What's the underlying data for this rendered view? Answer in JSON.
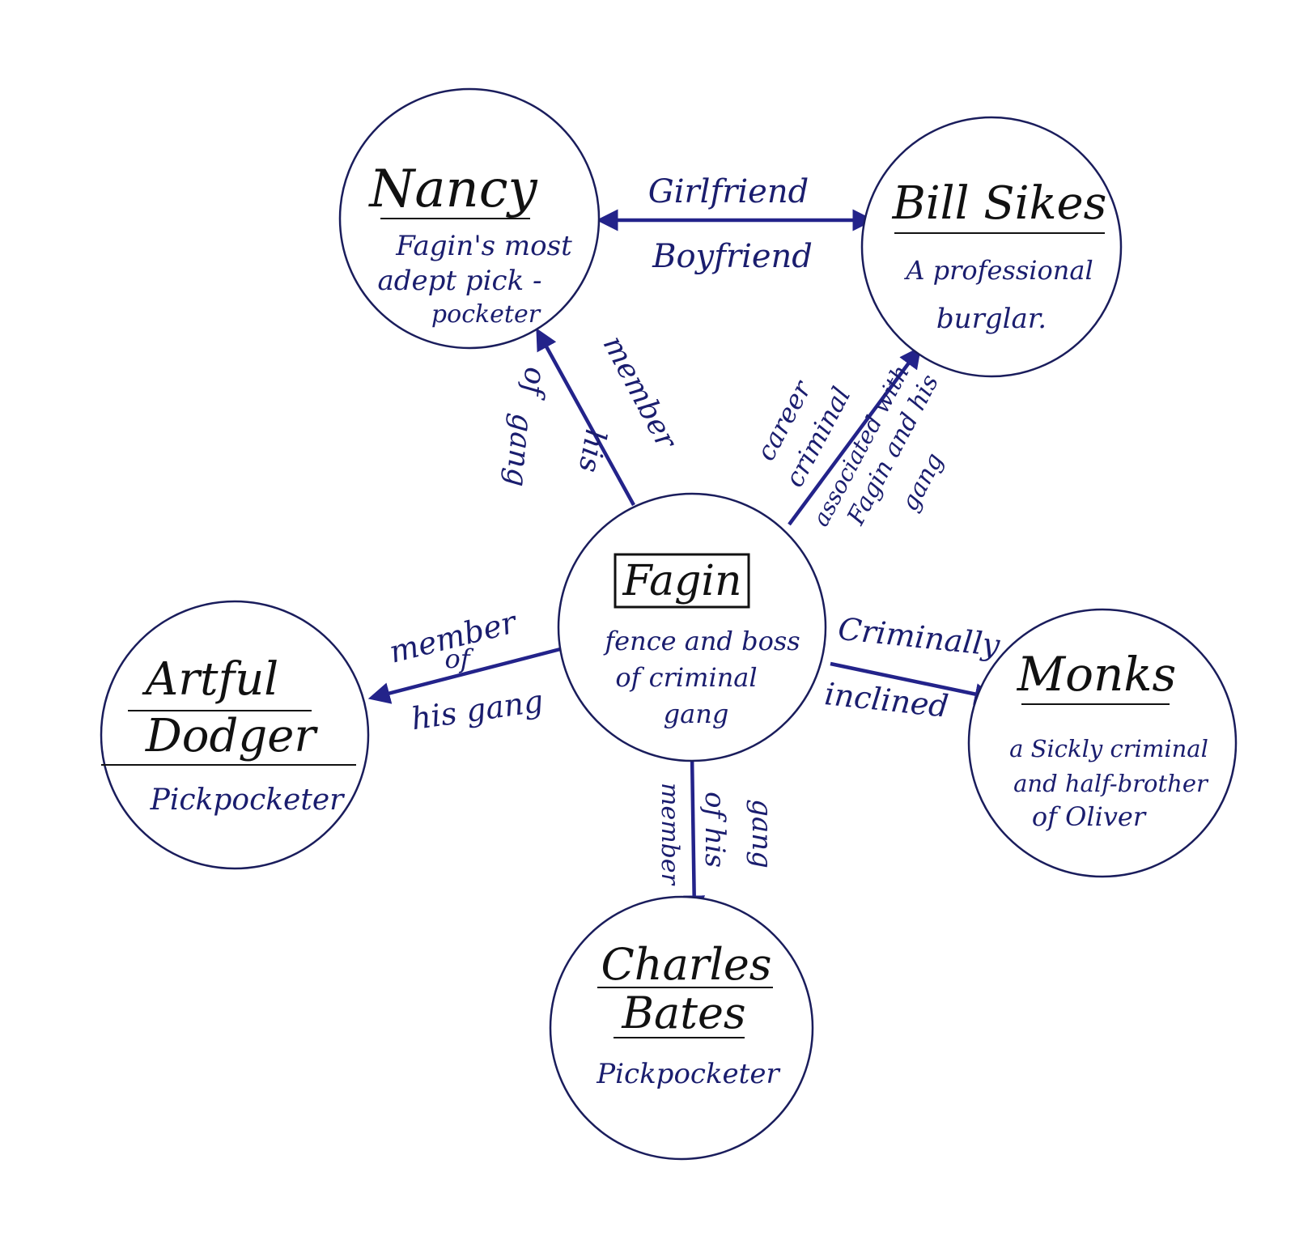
{
  "colors": {
    "ink": "#1a1d6e",
    "edge": "#23238a",
    "name": "#111111",
    "background": "#ffffff"
  },
  "nodes": {
    "fagin": {
      "name": "Fagin",
      "desc": [
        "fence and boss",
        "of criminal",
        "gang"
      ]
    },
    "nancy": {
      "name": "Nancy",
      "desc": [
        "Fagin's most",
        "adept pick -",
        "pocketer"
      ]
    },
    "bill": {
      "name": "Bill Sikes",
      "desc": [
        "A professional",
        "burglar."
      ]
    },
    "dodger": {
      "name": [
        "Artful",
        "Dodger"
      ],
      "desc": [
        "Pickpocketer"
      ]
    },
    "monks": {
      "name": "Monks",
      "desc": [
        "a Sickly criminal",
        "and half-brother",
        "of Oliver"
      ]
    },
    "charles": {
      "name": [
        "Charles",
        "Bates"
      ],
      "desc": [
        "Pickpocketer"
      ]
    }
  },
  "edges": {
    "nancy_bill": {
      "top": "Girlfriend",
      "bottom": "Boyfriend"
    },
    "fagin_nancy": {
      "lines": [
        "member",
        "his",
        "of",
        "gang"
      ]
    },
    "fagin_bill": {
      "lines": [
        "career",
        "criminal",
        "associated with",
        "Fagin and his",
        "gang"
      ]
    },
    "fagin_dodger": {
      "lines": [
        "member",
        "of",
        "his gang"
      ]
    },
    "fagin_monks": {
      "lines": [
        "Criminally",
        "inclined"
      ]
    },
    "fagin_charles": {
      "lines": [
        "member",
        "of his",
        "gang"
      ]
    }
  }
}
